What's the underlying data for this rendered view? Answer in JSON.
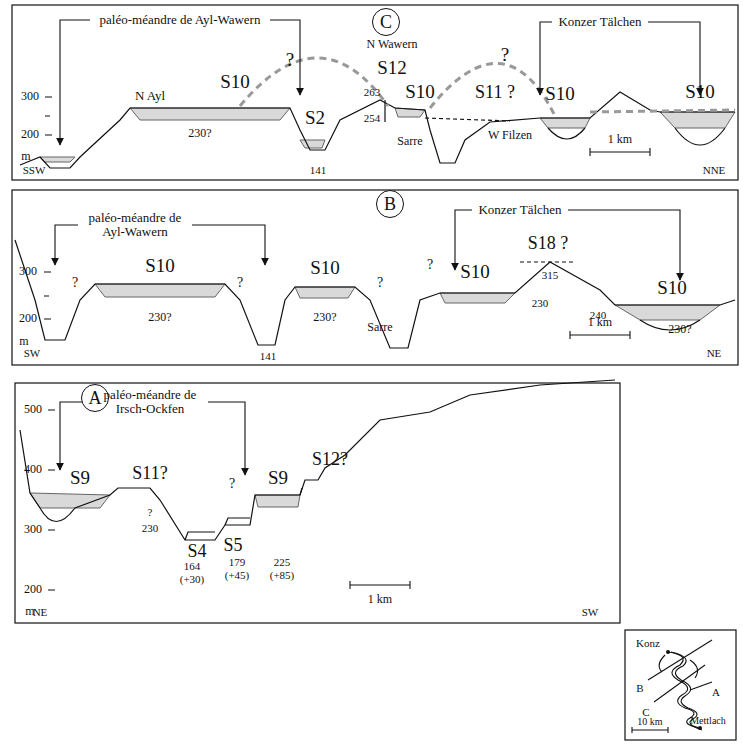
{
  "diagram": {
    "nodes": [
      {
        "text": [
          "C"
        ]
      },
      {
        "text": [
          "B"
        ]
      },
      {
        "text": [
          "A"
        ]
      }
    ],
    "labels": [
      "paléo-méandre de Ayl-Wawern",
      "N Ayl",
      "S10",
      "?",
      "N Wawern",
      "S12",
      "263",
      "254",
      "S10",
      "S11 ?",
      "?",
      "S10",
      "Konzer Tälchen",
      "S10",
      "300",
      "200",
      "m",
      "230?",
      "S2",
      "141",
      "Sarre",
      "W Filzen",
      "1 km",
      "SSW",
      "NNE",
      "paléo-méandre de Ayl-Wawern",
      "Konzer Tälchen",
      "S10",
      "S10",
      "S10",
      "S18 ?",
      "S10",
      "300",
      "200",
      "m",
      "?",
      "?",
      "?",
      "?",
      "230?",
      "230?",
      "141",
      "Sarre",
      "230",
      "315",
      "1 km",
      "240",
      "230?",
      "SW",
      "NE",
      "500",
      "400",
      "300",
      "200",
      "m",
      "paléo-méandre de Irsch-Ockfen",
      "S9",
      "S11?",
      "S12?",
      "?",
      "S9",
      "S4",
      "S5",
      "230",
      "?",
      "164",
      "(+30)",
      "179",
      "(+45)",
      "225",
      "(+85)",
      "1 km",
      "NE",
      "SW",
      "Konz",
      "B",
      "C",
      "A",
      "10 km",
      "Mettlach"
    ]
  }
}
